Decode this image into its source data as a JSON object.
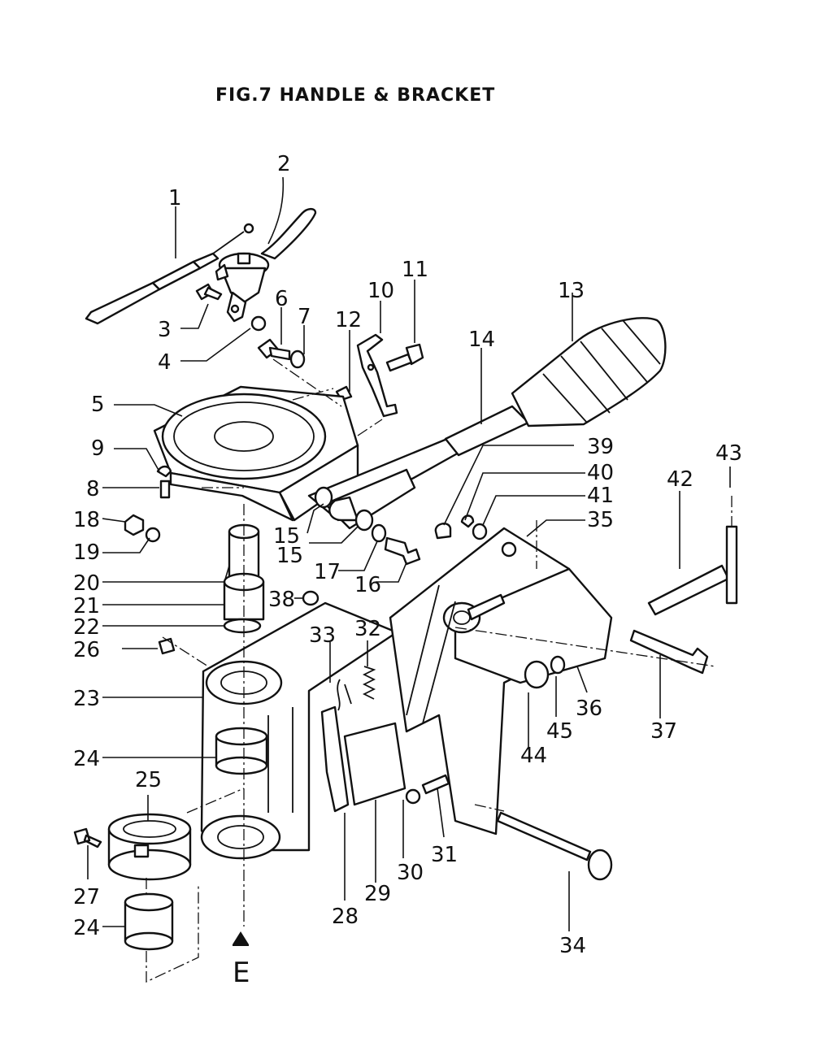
{
  "title": "FIG.7   HANDLE & BRACKET",
  "view_label": "E",
  "callouts": [
    "1",
    "2",
    "3",
    "4",
    "5",
    "6",
    "7",
    "8",
    "9",
    "10",
    "11",
    "12",
    "13",
    "14",
    "15",
    "15",
    "16",
    "17",
    "18",
    "19",
    "20",
    "21",
    "22",
    "23",
    "24",
    "24",
    "25",
    "26",
    "27",
    "28",
    "29",
    "30",
    "31",
    "32",
    "33",
    "34",
    "35",
    "36",
    "37",
    "38",
    "39",
    "40",
    "41",
    "42",
    "43",
    "44",
    "45"
  ]
}
